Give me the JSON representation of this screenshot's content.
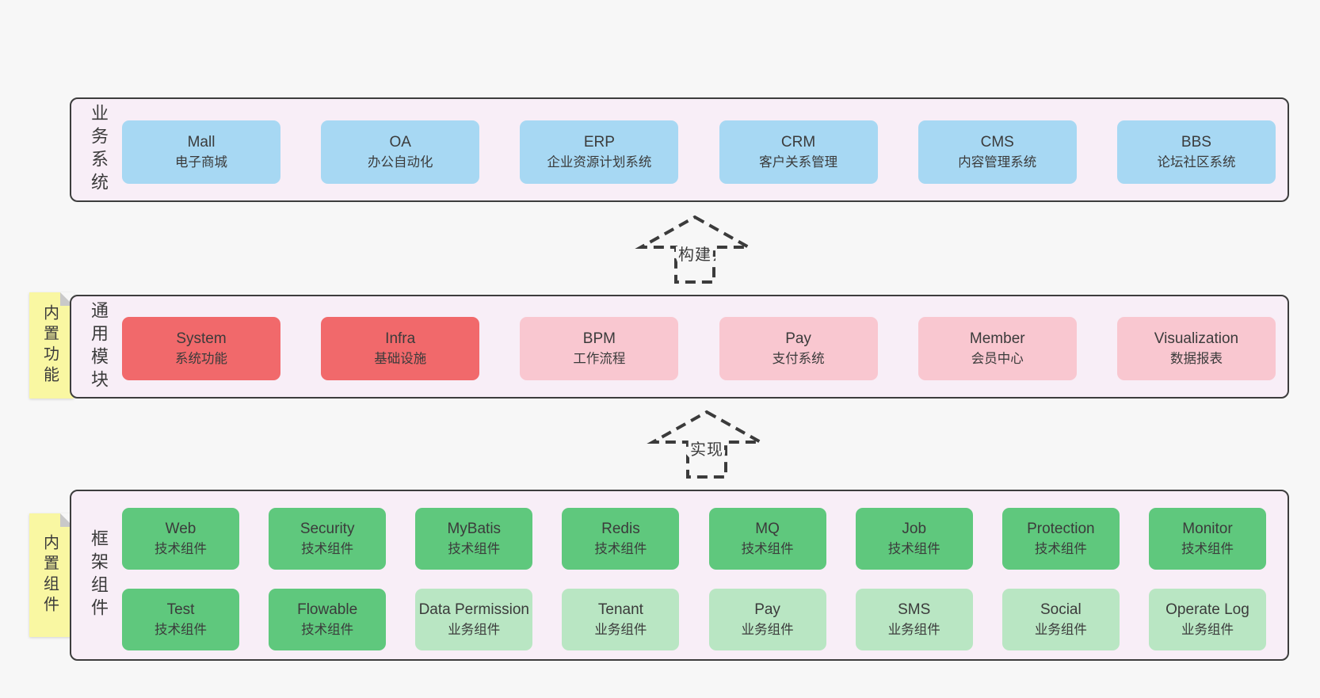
{
  "colors": {
    "page_bg": "#f7f7f7",
    "container_bg": "#f8eef7",
    "border": "#3d3d3d",
    "text": "#3b3b3b",
    "blue": "#a7d8f3",
    "red": "#f1696b",
    "pink": "#f9c7d0",
    "green": "#5fc87d",
    "lightgreen": "#b9e6c3",
    "note": "#f9f7a2",
    "note_fold": "#c9c9c9"
  },
  "arrows": [
    {
      "label": "构建"
    },
    {
      "label": "实现"
    }
  ],
  "layers": [
    {
      "label": "业务系统",
      "boxes": [
        {
          "title": "Mall",
          "subtitle": "电子商城",
          "type": "blue"
        },
        {
          "title": "OA",
          "subtitle": "办公自动化",
          "type": "blue"
        },
        {
          "title": "ERP",
          "subtitle": "企业资源计划系统",
          "type": "blue"
        },
        {
          "title": "CRM",
          "subtitle": "客户关系管理",
          "type": "blue"
        },
        {
          "title": "CMS",
          "subtitle": "内容管理系统",
          "type": "blue"
        },
        {
          "title": "BBS",
          "subtitle": "论坛社区系统",
          "type": "blue"
        }
      ]
    },
    {
      "label": "通用模块",
      "note": "内置功能",
      "boxes": [
        {
          "title": "System",
          "subtitle": "系统功能",
          "type": "red"
        },
        {
          "title": "Infra",
          "subtitle": "基础设施",
          "type": "red"
        },
        {
          "title": "BPM",
          "subtitle": "工作流程",
          "type": "pink"
        },
        {
          "title": "Pay",
          "subtitle": "支付系统",
          "type": "pink"
        },
        {
          "title": "Member",
          "subtitle": "会员中心",
          "type": "pink"
        },
        {
          "title": "Visualization",
          "subtitle": "数据报表",
          "type": "pink"
        }
      ]
    },
    {
      "label": "框架组件",
      "note": "内置组件",
      "rows": [
        [
          {
            "title": "Web",
            "subtitle": "技术组件",
            "type": "green"
          },
          {
            "title": "Security",
            "subtitle": "技术组件",
            "type": "green"
          },
          {
            "title": "MyBatis",
            "subtitle": "技术组件",
            "type": "green"
          },
          {
            "title": "Redis",
            "subtitle": "技术组件",
            "type": "green"
          },
          {
            "title": "MQ",
            "subtitle": "技术组件",
            "type": "green"
          },
          {
            "title": "Job",
            "subtitle": "技术组件",
            "type": "green"
          },
          {
            "title": "Protection",
            "subtitle": "技术组件",
            "type": "green"
          },
          {
            "title": "Monitor",
            "subtitle": "技术组件",
            "type": "green"
          }
        ],
        [
          {
            "title": "Test",
            "subtitle": "技术组件",
            "type": "green"
          },
          {
            "title": "Flowable",
            "subtitle": "技术组件",
            "type": "green"
          },
          {
            "title": "Data Permission",
            "subtitle": "业务组件",
            "type": "lightgreen"
          },
          {
            "title": "Tenant",
            "subtitle": "业务组件",
            "type": "lightgreen"
          },
          {
            "title": "Pay",
            "subtitle": "业务组件",
            "type": "lightgreen"
          },
          {
            "title": "SMS",
            "subtitle": "业务组件",
            "type": "lightgreen"
          },
          {
            "title": "Social",
            "subtitle": "业务组件",
            "type": "lightgreen"
          },
          {
            "title": "Operate Log",
            "subtitle": "业务组件",
            "type": "lightgreen"
          }
        ]
      ]
    }
  ]
}
